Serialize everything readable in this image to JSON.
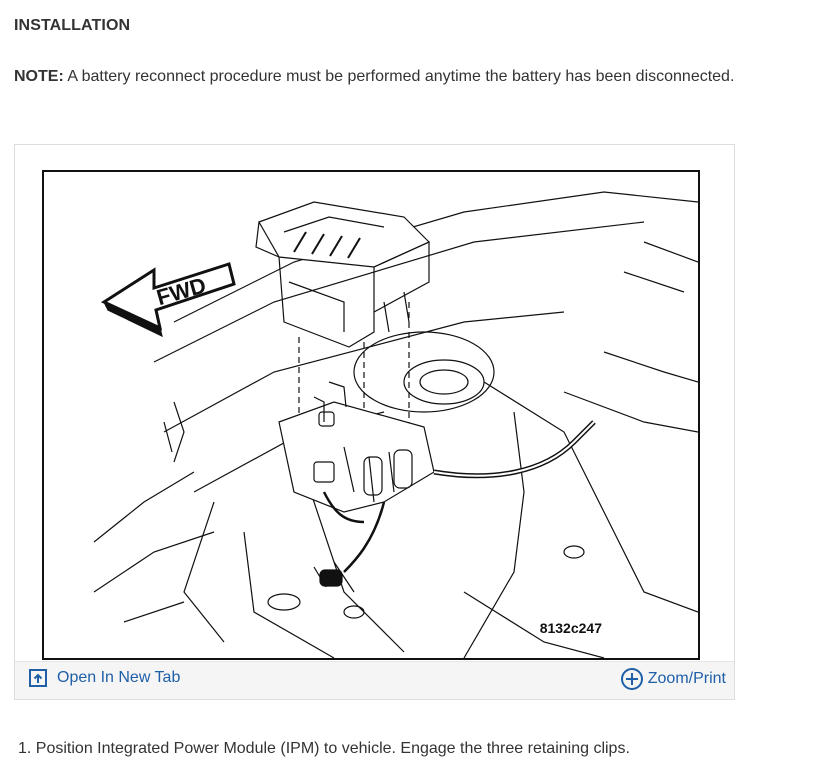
{
  "heading": "INSTALLATION",
  "note": {
    "label": "NOTE:",
    "text": " A battery reconnect procedure must be performed anytime the battery has been disconnected."
  },
  "figure": {
    "direction_label": "FWD",
    "figure_id": "8132c247",
    "open_tab_label": "Open In New Tab",
    "zoom_label": "Zoom/Print"
  },
  "steps": [
    "1. Position Integrated Power Module (IPM) to vehicle. Engage the three retaining clips."
  ],
  "colors": {
    "text": "#333333",
    "link": "#1f5fa8",
    "toolbar_bg": "#f5f5f5"
  }
}
